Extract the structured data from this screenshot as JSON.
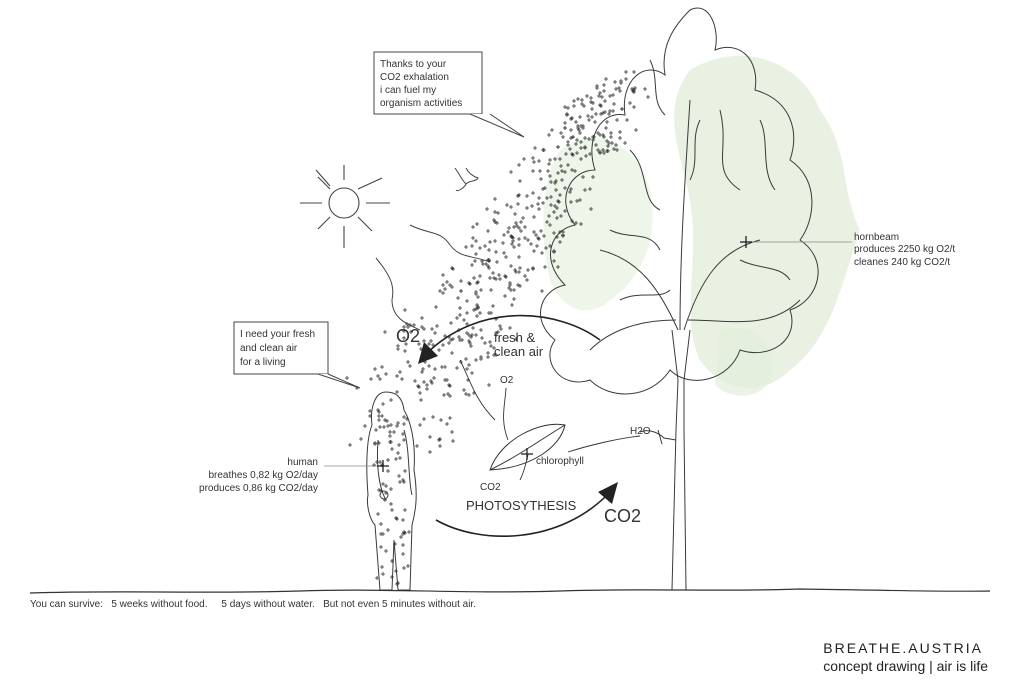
{
  "bubbles": {
    "tree": [
      "Thanks to your",
      "CO2 exhalation",
      "i can fuel my",
      "organism activities"
    ],
    "human": [
      "I need your fresh",
      "and clean air",
      "for a living"
    ]
  },
  "tree_info": {
    "name": "hornbeam",
    "line1": "produces 2250 kg O2/t",
    "line2": "cleanes 240 kg CO2/t"
  },
  "human_info": {
    "name": "human",
    "line1": "breathes 0,82 kg O2/day",
    "line2": "produces 0,86 kg CO2/day"
  },
  "labels": {
    "o2_big": "O2",
    "co2_big": "CO2",
    "fresh1": "fresh &",
    "fresh2": "clean air",
    "o2_small": "O2",
    "h2o": "H2O",
    "chlorophyll": "chlorophyll",
    "co2_small": "CO2",
    "photosynthesis": "PHOTOSYTHESIS"
  },
  "caption": "You can survive:   5 weeks without food.     5 days without water.   But not even 5 minutes without air.",
  "brand": {
    "title": "BREATHE.AUSTRIA",
    "subtitle": "concept drawing | air is life"
  }
}
